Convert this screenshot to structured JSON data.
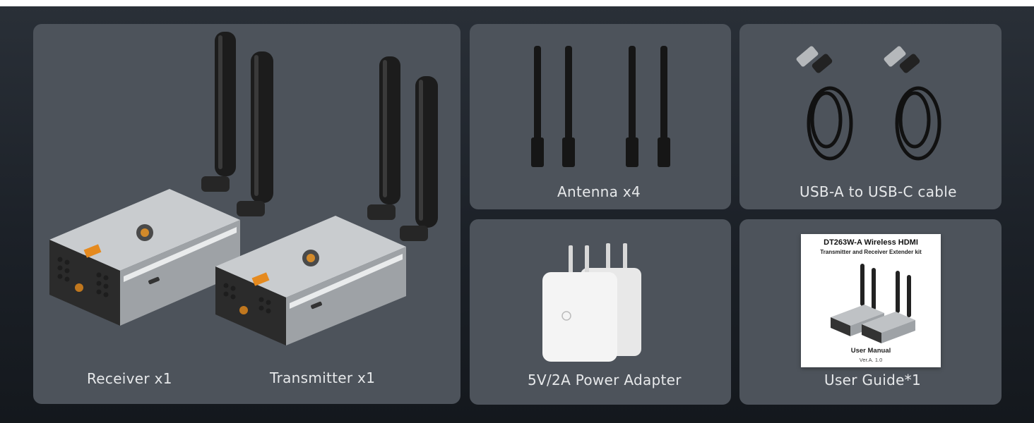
{
  "panels": {
    "devices": {
      "receiver_label": "Receiver x1",
      "transmitter_label": "Transmitter x1"
    },
    "antenna": {
      "label": "Antenna x4"
    },
    "cable": {
      "label": "USB-A to USB-C cable"
    },
    "adapter": {
      "label": "5V/2A Power Adapter"
    },
    "guide": {
      "label": "User Guide*1",
      "manual_title": "DT263W-A Wireless HDMI",
      "manual_subtitle": "Transmitter and Receiver Extender kit",
      "manual_footer": "User Manual",
      "manual_version": "Ver.A. 1.0"
    }
  },
  "colors": {
    "page_background": "#1c2128",
    "card_background": "#4d535b",
    "caption_text": "#e6e8ea",
    "device_body": "#b9bcbf",
    "antenna": "#1a1a1a",
    "accent_orange": "#e58a1f"
  }
}
